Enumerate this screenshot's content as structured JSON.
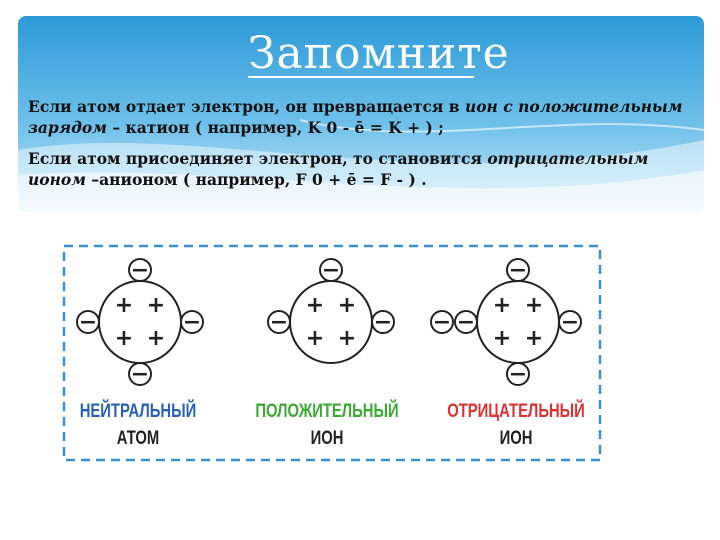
{
  "title": "Запомните",
  "paragraph1": {
    "part1": "Если атом отдает электрон, он превращается в ",
    "italic": "ион с положительным зарядом",
    "part2": " – катион ( например, K 0 - ē = K + ) ;"
  },
  "paragraph2": {
    "part1": "Если атом присоединяет электрон, то становится ",
    "italic": "отрицательным ионом",
    "part2": " –анионом ( например, F 0 + ē = F - ) ."
  },
  "diagram": {
    "labels": [
      {
        "line1": "НЕЙТРАЛЬНЫЙ",
        "line2": "АТОМ",
        "color": "#2a5fb8"
      },
      {
        "line1": "ПОЛОЖИТЕЛЬНЫЙ",
        "line2": "ИОН",
        "color": "#3aaa35"
      },
      {
        "line1": "ОТРИЦАТЕЛЬНЫЙ",
        "line2": "ИОН",
        "color": "#e03030"
      }
    ],
    "plus_sign": "+",
    "minus_sign": "−"
  },
  "colors": {
    "sky_top": "#2c9ad8",
    "sky_bottom": "#bfe4f6",
    "dash_border": "#3a8fd0"
  }
}
